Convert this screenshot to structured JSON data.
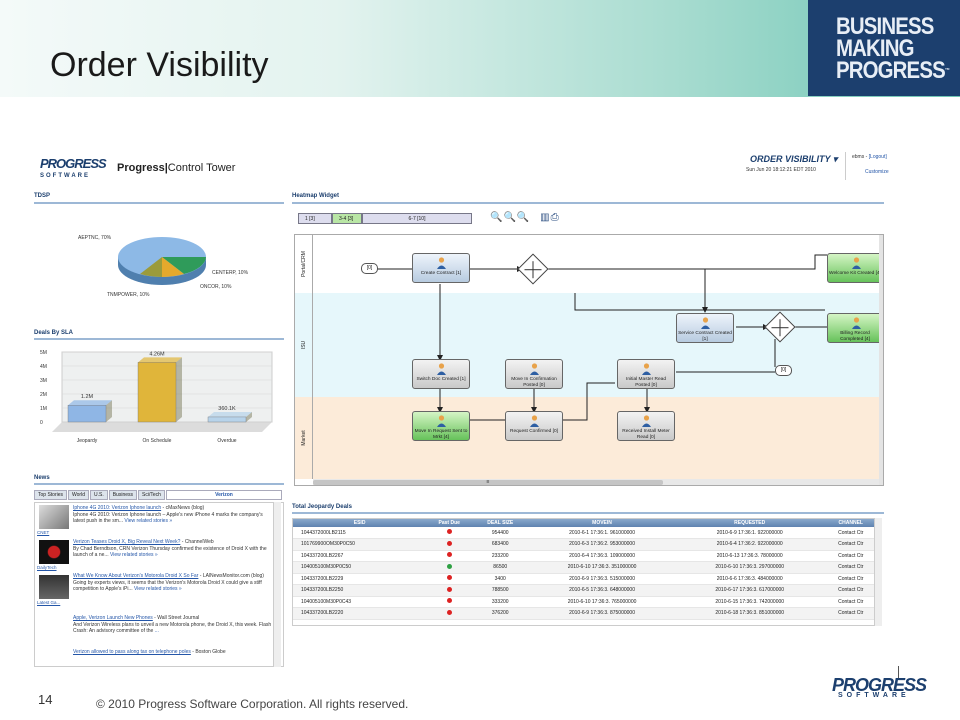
{
  "header": {
    "title": "Order Visibility",
    "brand_lines": [
      "BUSINESS",
      "MAKING",
      "PROGRESS"
    ],
    "trademark": "™"
  },
  "app": {
    "logo_word": "PROGRESS",
    "logo_sub": "SOFTWARE",
    "product": "Progress",
    "product2": "Control Tower",
    "view": "ORDER VISIBILITY",
    "view_caret": "▾",
    "datetime": "Sun Jun 20 18:12:21 EDT 2010",
    "user": "ebms -",
    "logout": "[Logout]",
    "customize": "Customize"
  },
  "tdsp": {
    "title": "TDSP",
    "slices": [
      {
        "label": "AEPTNC, 70%",
        "value": 70,
        "color": "#6a9fd3"
      },
      {
        "label": "CENTERP, 10%",
        "value": 10,
        "color": "#2f9b5a"
      },
      {
        "label": "ONCOR, 10%",
        "value": 10,
        "color": "#e5a92c"
      },
      {
        "label": "TNMPOWER, 10%",
        "value": 10,
        "color": "#9b9b3b"
      }
    ]
  },
  "sla": {
    "title": "Deals By SLA",
    "bars": [
      {
        "category": "Jeopardy",
        "value": 1.2,
        "label": "1.2M",
        "color": "#8fb6e5"
      },
      {
        "category": "On Schedule",
        "value": 4.26,
        "label": "4.26M",
        "color": "#e0b53a"
      },
      {
        "category": "Overdue",
        "value": 0.3601,
        "label": "360.1K",
        "color": "#b7d3ea"
      }
    ],
    "ticks": [
      "5M",
      "4M",
      "3M",
      "2M",
      "1M",
      "0"
    ]
  },
  "news": {
    "title": "News",
    "tabs": [
      "Top Stories",
      "World",
      "U.S.",
      "Business",
      "Sci/Tech",
      "Verizon"
    ],
    "active_tab": "Verizon",
    "items": [
      {
        "link": "Iphone 4G 2010: Verizon Iphone launch",
        "src": "- cMaxNews (blog)",
        "body": "Iphone 4G 2010: Verizon Iphone launch – Apple's new iPhone 4 marks the company's latest push in the sm...",
        "more": "View related stories »",
        "thumb": "CNET"
      },
      {
        "link": "Verizon Teases Droid X, Big Reveal Next Week?",
        "src": "- ChannelWeb",
        "body": "By Chad Berndtson, CRN Verizon Thursday confirmed the existence of Droid X with the launch of a ne...",
        "more": "View related stories »",
        "thumb": "DailyTech"
      },
      {
        "link": "What We Know About Verizon's Motorola Droid X So Far",
        "src": "- LAlNewsMonitor.com (blog)",
        "body": "Going by experts views, it seems that the Verizon's Motorola Droid X could give a stiff competition to Apple's iPi...",
        "more": "View related stories »",
        "thumb": "Latest Ga..."
      },
      {
        "link": "Apple, Verizon Launch New Phones",
        "src": "- Wall Street Journal",
        "body": "And Verizon Wireless plans to unveil a new Motorola phone, the Droid X, this week. Flash Crash: An advisory committee of the",
        "more": "...",
        "thumb": ""
      },
      {
        "link": "Verizon allowed to pass along tax on telephone poles",
        "src": "- Boston Globe",
        "body": "",
        "more": "",
        "thumb": ""
      }
    ]
  },
  "heatmap": {
    "title": "Heatmap Widget",
    "tabs": [
      "1 [3]",
      "3-4 [3]",
      "6-7 [10]"
    ],
    "lanes": [
      "Portal/CRM",
      "ISU",
      "Market"
    ],
    "nodes": [
      {
        "label": "Create Contract [1]"
      },
      {
        "label": "Service Contract Created [1]"
      },
      {
        "label": "Welcome Kit Created [4]"
      },
      {
        "label": "Billing Record Completed [4]"
      },
      {
        "label": "Switch Doc Created [1]"
      },
      {
        "label": "Move In Confirmation Posted [0]"
      },
      {
        "label": "Initial Master Read Posted [0]"
      },
      {
        "label": "Move In Request Sent to Mrkt [4]"
      },
      {
        "label": "Request Confirmed [0]"
      },
      {
        "label": "Received Install Meter Read [0]"
      }
    ],
    "counters": [
      "[0]",
      "[0]"
    ],
    "scroll_marker": "≡"
  },
  "jeopardy": {
    "title": "Total Jeopardy Deals",
    "columns": [
      "ESID",
      "Past Due",
      "DEAL SIZE",
      "MOVEIN",
      "REQUESTED",
      "CHANNEL"
    ],
    "rows": [
      [
        "1044372000LB2115",
        "red",
        "954400",
        "2010-6-1 17:36:1. 961000000",
        "2010-6-9 17:36:1. 922000000",
        "Contact Ctr"
      ],
      [
        "101769900OM30P0C50",
        "red",
        "683400",
        "2010-6-3 17:36:2. 953000000",
        "2010-6-4 17:36:2. 922000000",
        "Contact Ctr"
      ],
      [
        "104337200LB2267",
        "red",
        "233200",
        "2010-6-4 17:36:3. 109000000",
        "2010-6-13 17:36:3. 78000000",
        "Contact Ctr"
      ],
      [
        "104005100M30P0C50",
        "green",
        "86500",
        "2010-6-10 17:36:3. 351000000",
        "2010-6-10 17:36:3. 297000000",
        "Contact Ctr"
      ],
      [
        "104337200LB2229",
        "red",
        "3400",
        "2010-6-9 17:36:3. 515000000",
        "2010-6-6 17:36:3. 484000000",
        "Contact Ctr"
      ],
      [
        "104337200LB2250",
        "red",
        "788500",
        "2010-6-5 17:36:3. 648000000",
        "2010-6-17 17:36:3. 617000000",
        "Contact Ctr"
      ],
      [
        "104005100M30P0C43",
        "red",
        "333200",
        "2010-6-10 17:36:3. 765000000",
        "2010-6-15 17:36:3. 742000000",
        "Contact Ctr"
      ],
      [
        "104337200LB2220",
        "red",
        "376200",
        "2010-6-9 17:36:3. 875000000",
        "2010-6-18 17:36:3. 851000000",
        "Contact Ctr"
      ]
    ]
  },
  "footer": {
    "page": "14",
    "copyright": "© 2010 Progress Software Corporation. All rights reserved.",
    "logo_word": "PROGRESS",
    "logo_sub": "SOFTWARE"
  }
}
